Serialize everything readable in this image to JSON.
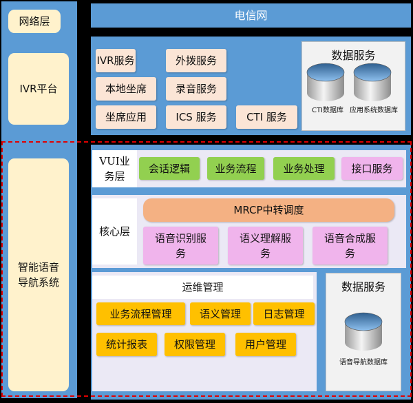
{
  "left": {
    "network_layer": "网络层",
    "ivr_platform": "IVR平台",
    "nav_system": "智能语音导航系统"
  },
  "telecom": "电信网",
  "ivr": {
    "services": [
      "IVR服务",
      "外拨服务",
      "本地坐席",
      "录音服务",
      "坐席应用",
      "ICS 服务",
      "CTI 服务"
    ],
    "data_title": "数据服务",
    "databases": [
      "CTI数据库",
      "应用系统数据库"
    ]
  },
  "vui": {
    "label": "VUI业务层",
    "items": [
      "会话逻辑",
      "业务流程",
      "业务处理",
      "接口服务"
    ]
  },
  "core": {
    "label": "核心层",
    "mrcp": "MRCP中转调度",
    "items": [
      "语音识别服务",
      "语义理解服务",
      "语音合成服务"
    ]
  },
  "ops": {
    "title": "运维管理",
    "items": [
      "业务流程管理",
      "语义管理",
      "日志管理",
      "统计报表",
      "权限管理",
      "用户管理"
    ]
  },
  "nav_data": {
    "title": "数据服务",
    "database": "语音导航数据库"
  },
  "colors": {
    "blue": "#5b9bd5",
    "green": "#92d050",
    "pink": "#f0b4ec",
    "gold": "#ffc000",
    "orange": "#f4b183",
    "peach": "#fbe5d6",
    "cream": "#fff2cc",
    "dash": "#e00000"
  }
}
